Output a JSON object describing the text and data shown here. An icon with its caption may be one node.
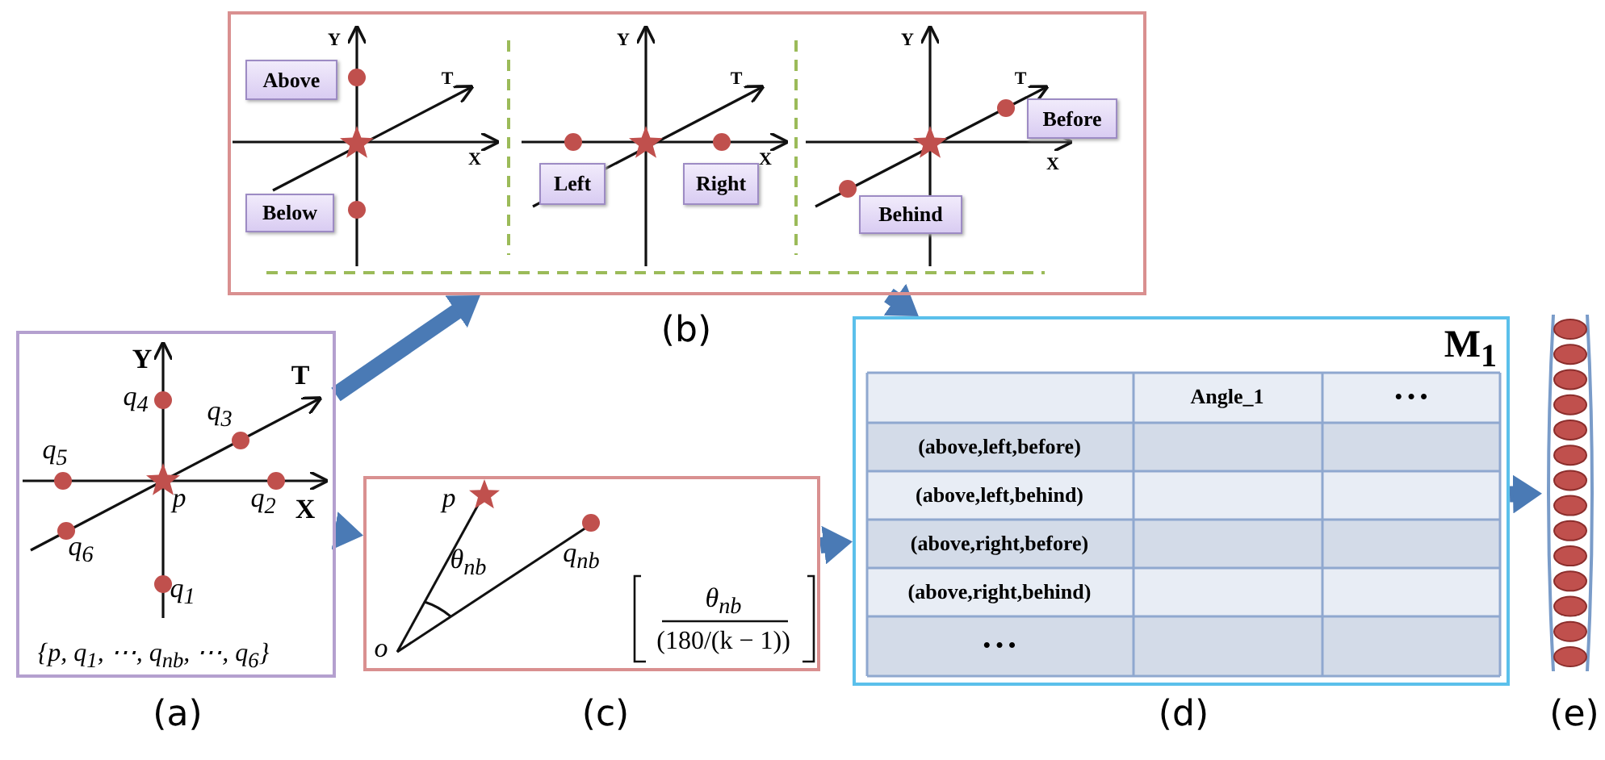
{
  "diagram": {
    "nodes": [
      {
        "text": [],
        "shape": "box",
        "beside": [
          "(a)"
        ]
      },
      {
        "text": [],
        "shape": "box",
        "beside": [
          "(b)"
        ]
      },
      {
        "text": [
          "Above"
        ],
        "in": 1
      },
      {
        "text": [
          "Below"
        ],
        "in": 1
      },
      {
        "text": [
          "Left"
        ],
        "in": 1
      },
      {
        "text": [
          "Right"
        ],
        "in": 1
      },
      {
        "text": [
          "Before"
        ],
        "in": 1
      },
      {
        "text": [
          "Behind"
        ],
        "in": 1
      },
      {
        "text": [],
        "shape": "box",
        "beside": [
          "(c)"
        ]
      },
      {
        "text": [
          "M$_{1}$"
        ],
        "beside": [
          "(d)"
        ]
      },
      {
        "text": [],
        "shape": "bar",
        "beside": [
          "(e)"
        ]
      }
    ],
    "edges": [
      {
        "from": 0,
        "to": 1,
        "arrow": "to"
      },
      {
        "from": 0,
        "to": 8,
        "arrow": "to"
      },
      {
        "from": 8,
        "to": 9,
        "arrow": "to"
      },
      {
        "from": 1,
        "to": 9,
        "arrow": "to"
      },
      {
        "from": 9,
        "to": 10,
        "arrow": "to"
      }
    ],
    "labels": [
      "Y",
      "T",
      "X",
      "Y",
      "T",
      "X",
      "Y",
      "T",
      "X",
      "Y",
      "q$_{4}$",
      "T",
      "q$_{3}$",
      "q$_{5}$",
      "p",
      "q$_{2}$",
      "X",
      "q$_{6}$",
      "q$_{1}$",
      "{p, q$_{1}$, ⋯, q$_{nb}$, ⋯, q$_{6}$}",
      "p",
      "q$_{nb}$",
      "θ$_{nb}$",
      "o",
      "θ$_{nb}$",
      "(180/(k − 1))",
      "Angle_1",
      "• • •",
      "(above,left,before)",
      "(above,left,behind)",
      "(above,right,before)",
      "(above,right,behind)",
      "• • •"
    ]
  }
}
